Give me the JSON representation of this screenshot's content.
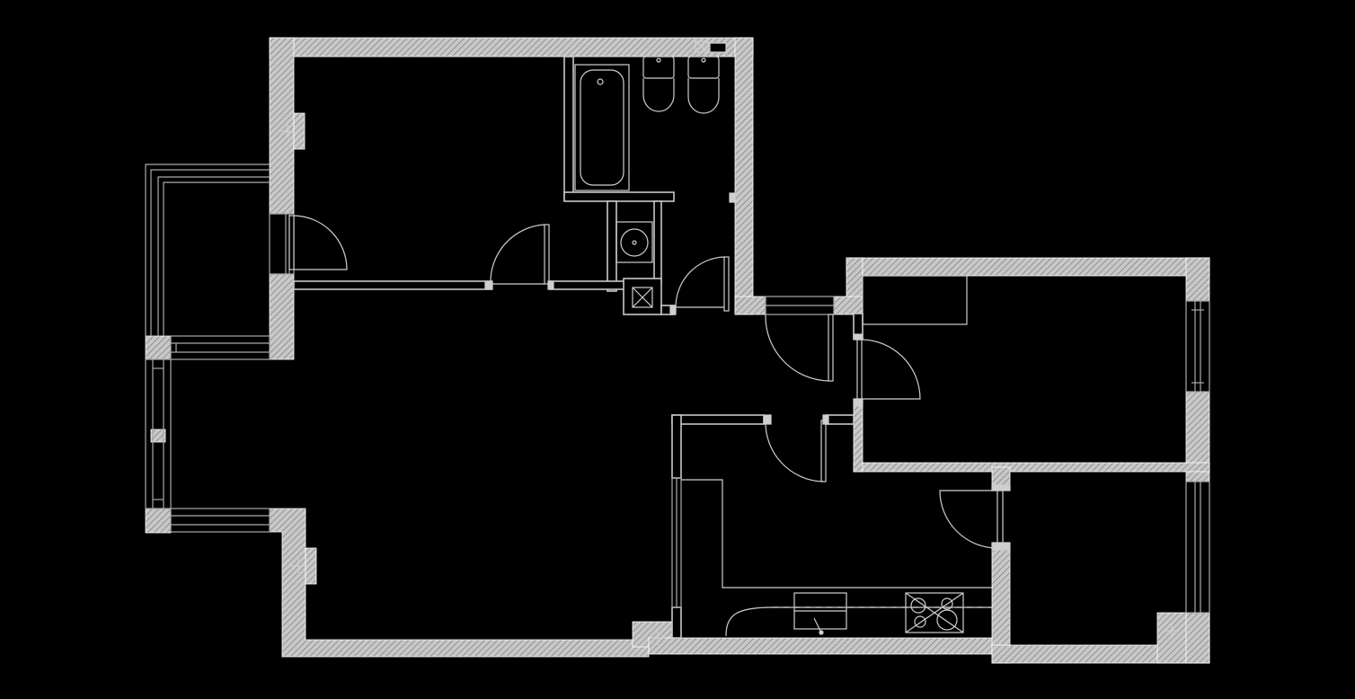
{
  "plan": {
    "background_color": "#000000",
    "wall_color": "#c8c8c8",
    "hatch_color": "#7a7a7a",
    "line_color": "#cfcfcf",
    "window_color": "#a9a9a9",
    "fixture_color": "#cfcfcf",
    "rooms": [
      {
        "id": "bedroom-master"
      },
      {
        "id": "bathroom"
      },
      {
        "id": "wc-basin"
      },
      {
        "id": "living-room"
      },
      {
        "id": "bedroom-east"
      },
      {
        "id": "kitchen"
      },
      {
        "id": "bedroom-southeast"
      },
      {
        "id": "hall"
      }
    ],
    "fixtures": [
      {
        "id": "bathtub",
        "icon": "bathtub-icon"
      },
      {
        "id": "toilet",
        "icon": "toilet-icon"
      },
      {
        "id": "bidet",
        "icon": "bidet-icon"
      },
      {
        "id": "washbasin",
        "icon": "washbasin-icon"
      },
      {
        "id": "kitchen-sink",
        "icon": "sink-icon"
      },
      {
        "id": "cooktop",
        "icon": "cooktop-icon"
      }
    ]
  }
}
